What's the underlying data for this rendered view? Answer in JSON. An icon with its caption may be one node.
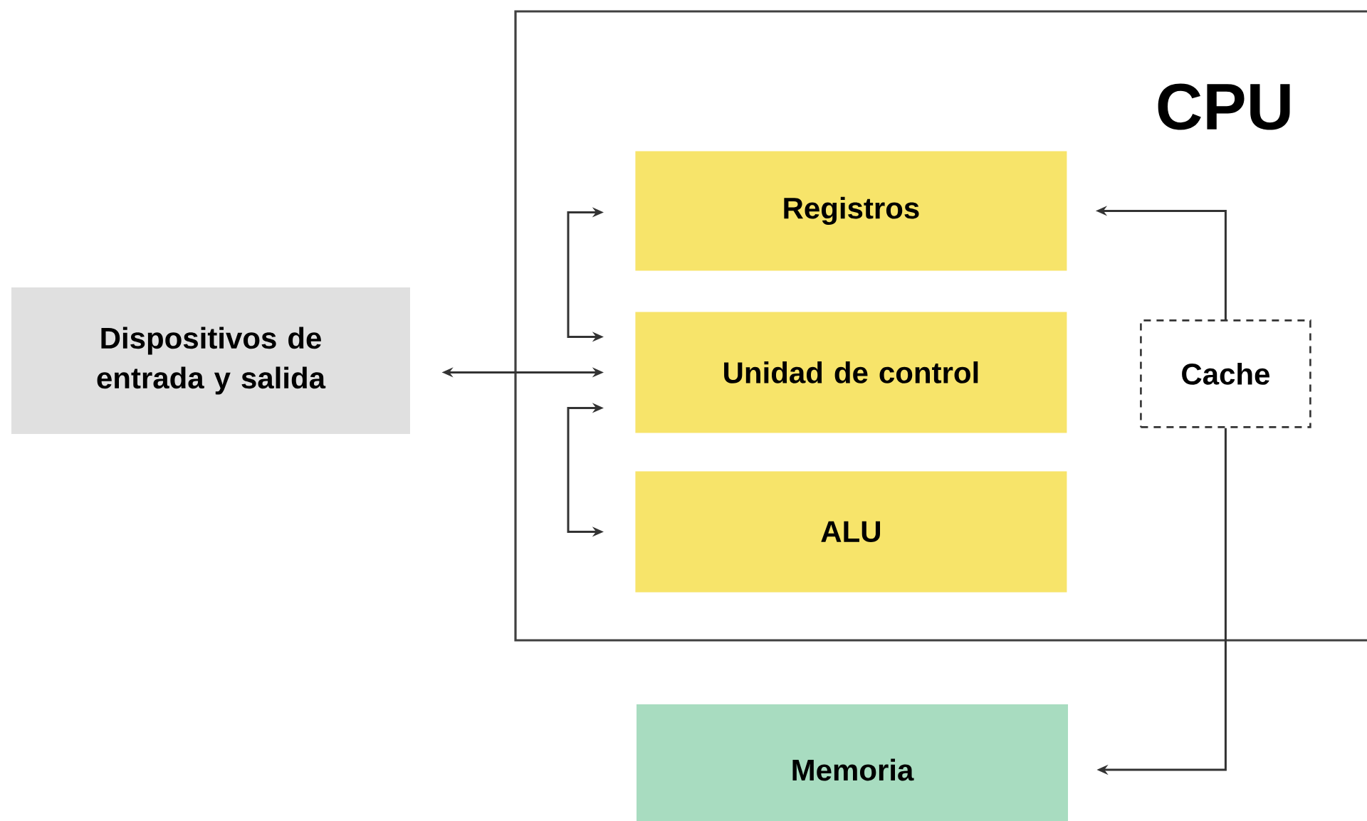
{
  "diagram": {
    "nodes": [
      {
        "text": [
          "CPU"
        ]
      },
      {
        "text": [
          "Registros"
        ],
        "in": 0
      },
      {
        "text": [
          "Unidad de control"
        ],
        "in": 0
      },
      {
        "text": [
          "ALU"
        ],
        "in": 0
      },
      {
        "text": [
          "Cache"
        ],
        "in": 0
      },
      {
        "text": [
          "Dispositivos de entrada y salida"
        ]
      },
      {
        "text": [
          "Memoria"
        ]
      }
    ],
    "edges": [
      {
        "from": 5,
        "to": 2,
        "arrow": "both"
      },
      {
        "from": 1,
        "to": 2,
        "arrow": "both"
      },
      {
        "from": 2,
        "to": 3,
        "arrow": "both"
      },
      {
        "from": 4,
        "to": 1,
        "arrow": "to"
      },
      {
        "from": 4,
        "to": 6,
        "arrow": "to"
      }
    ]
  }
}
